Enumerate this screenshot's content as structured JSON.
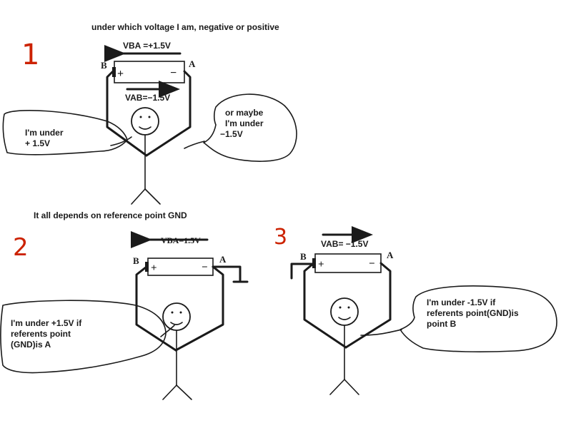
{
  "title": "under which voltage I am, negative or positive",
  "colors": {
    "ink": "#1a1a1a",
    "panel_number": "#cc2200",
    "background": "#ffffff"
  },
  "panel1": {
    "number": "1",
    "label_b": "B",
    "label_a": "A",
    "plus": "+",
    "minus": "−",
    "vba": "VBA =+1.5V",
    "vab": "VAB=−1.5V",
    "bubble_left": [
      "I'm under",
      "+ 1.5V"
    ],
    "bubble_right": [
      "or maybe",
      "I'm under",
      "−1.5V"
    ]
  },
  "middle_caption": "It all depends on reference point GND",
  "panel2": {
    "number": "2",
    "label_b": "B",
    "label_a": "A",
    "plus": "+",
    "minus": "−",
    "vba": "VBA=1.5V",
    "bubble": [
      "I'm under +1.5V if",
      "referents point",
      "(GND)is A"
    ]
  },
  "panel3": {
    "number": "3",
    "label_b": "B",
    "label_a": "A",
    "plus": "+",
    "minus": "−",
    "vab": "VAB= −1.5V",
    "bubble": [
      "I'm under -1.5V if",
      "referents point(GND)is",
      "point B"
    ]
  }
}
